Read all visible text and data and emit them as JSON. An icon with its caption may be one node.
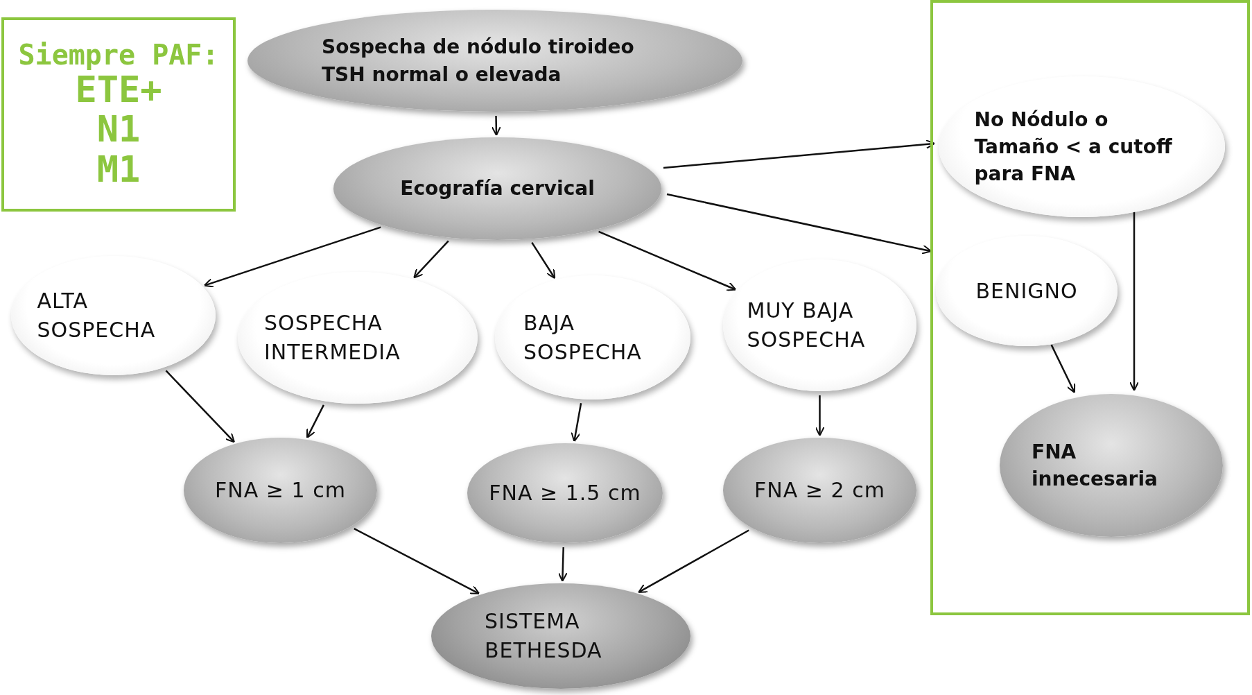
{
  "diagram": {
    "nodes": [
      {
        "text": [
          "Siempre PAF:",
          "ETE+",
          "N1",
          "M1"
        ]
      },
      {
        "text": [
          "Sospecha de nódulo tiroideo TSH normal o elevada"
        ]
      },
      {
        "text": [
          "Ecografía cervical"
        ]
      },
      {
        "text": [],
        "shape": "box"
      },
      {
        "text": [
          "No Nódulo o Tamaño < a cutoff para FNA"
        ],
        "in": 3
      },
      {
        "text": [
          "ALTA SOSPECHA"
        ]
      },
      {
        "text": [
          "SOSPECHA INTERMEDIA"
        ]
      },
      {
        "text": [
          "BAJA SOSPECHA"
        ]
      },
      {
        "text": [
          "MUY BAJA SOSPECHA"
        ]
      },
      {
        "text": [
          "BENIGNO"
        ],
        "in": 3
      },
      {
        "text": [
          "FNA ≥ 1 cm"
        ]
      },
      {
        "text": [
          "FNA ≥ 1.5 cm"
        ]
      },
      {
        "text": [
          "FNA ≥ 2 cm"
        ]
      },
      {
        "text": [
          "FNA innecesaria"
        ],
        "in": 3
      },
      {
        "text": [
          "SISTEMA BETHESDA"
        ]
      }
    ],
    "edges": [
      {
        "from": 1,
        "to": 2,
        "arrow": "to"
      },
      {
        "from": 2,
        "to": 4,
        "arrow": "to"
      },
      {
        "from": 2,
        "to": 5,
        "arrow": "to"
      },
      {
        "from": 2,
        "to": 6,
        "arrow": "to"
      },
      {
        "from": 2,
        "to": 7,
        "arrow": "to"
      },
      {
        "from": 2,
        "to": 8,
        "arrow": "to"
      },
      {
        "from": 2,
        "to": 9,
        "arrow": "to"
      },
      {
        "from": 5,
        "to": 10,
        "arrow": "to"
      },
      {
        "from": 6,
        "to": 10,
        "arrow": "to"
      },
      {
        "from": 7,
        "to": 11,
        "arrow": "to"
      },
      {
        "from": 8,
        "to": 12,
        "arrow": "to"
      },
      {
        "from": 4,
        "to": 13,
        "arrow": "to"
      },
      {
        "from": 9,
        "to": 13,
        "arrow": "to"
      },
      {
        "from": 10,
        "to": 14,
        "arrow": "to"
      },
      {
        "from": 11,
        "to": 14,
        "arrow": "to"
      },
      {
        "from": 12,
        "to": 14,
        "arrow": "to"
      }
    ]
  }
}
